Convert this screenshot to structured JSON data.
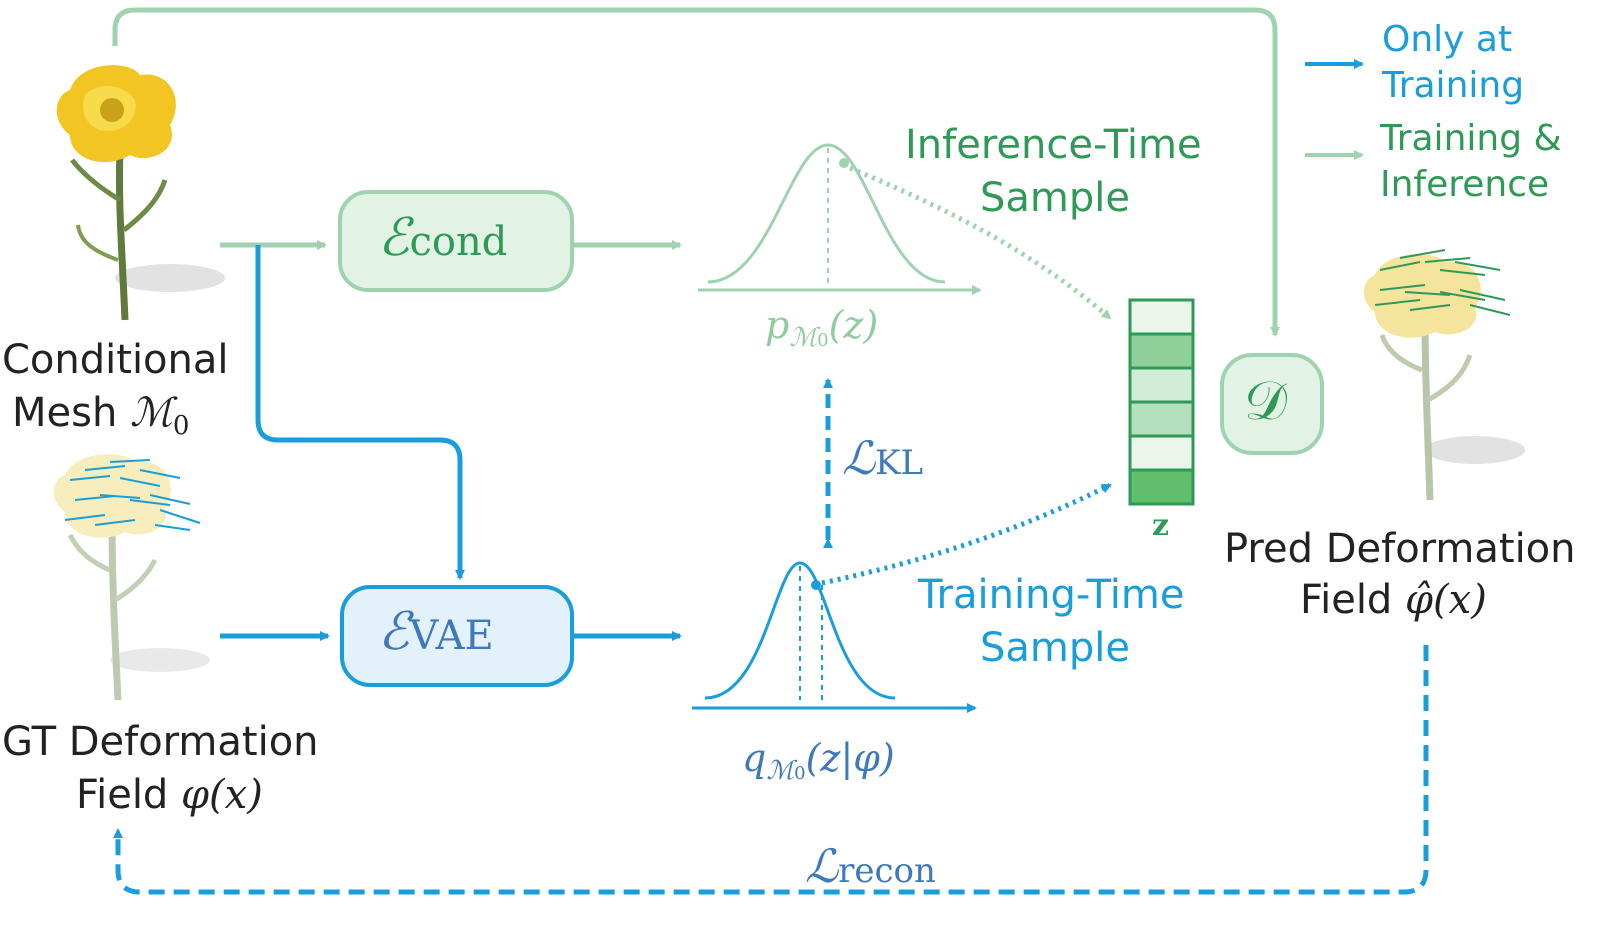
{
  "legend": {
    "training_only": [
      "Only at",
      "Training"
    ],
    "training_inference": [
      "Training &",
      "Inference"
    ]
  },
  "labels": {
    "conditional_mesh": [
      "Conditional",
      "Mesh"
    ],
    "conditional_mesh_symbol": "ℳ",
    "conditional_mesh_sub": "0",
    "gt_field": [
      "GT Deformation",
      "Field"
    ],
    "gt_field_symbol": "φ(x)",
    "pred_field": [
      "Pred Deformation",
      "Field"
    ],
    "pred_field_symbol": "φ̂(x)",
    "inference_sample": [
      "Inference-Time",
      "Sample"
    ],
    "training_sample": [
      "Training-Time",
      "Sample"
    ],
    "latent_z": "z"
  },
  "blocks": {
    "cond_encoder": {
      "symbol": "ℰ",
      "sub": "cond"
    },
    "vae_encoder": {
      "symbol": "ℰ",
      "sub": "VAE"
    },
    "decoder": {
      "symbol": "𝒟"
    }
  },
  "distributions": {
    "prior": {
      "p": "p",
      "sub": "ℳ",
      "subsub": "0",
      "arg": "(z)"
    },
    "posterior": {
      "q": "q",
      "sub": "ℳ",
      "subsub": "0",
      "arg": "(z|φ)"
    }
  },
  "losses": {
    "kl": {
      "symbol": "ℒ",
      "sub": "KL"
    },
    "recon": {
      "symbol": "ℒ",
      "sub": "recon"
    }
  },
  "colors": {
    "green_line": "#9fd3b0",
    "green_text": "#2f9a57",
    "blue_line": "#1a9ddb",
    "dark_blue_text": "#3e78bd",
    "cond_box_fill": "#e2f3e6",
    "vae_box_fill": "#e3f1fb"
  },
  "latent_cells": [
    "#eaf6ec",
    "#8fd09a",
    "#d3ecd7",
    "#b5dfbc",
    "#eaf6ec",
    "#5fbf6c"
  ]
}
